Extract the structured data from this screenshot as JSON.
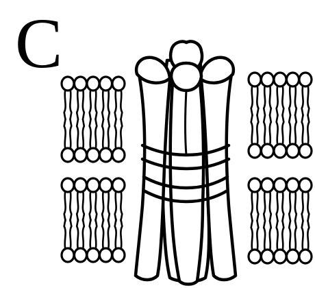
{
  "figure": {
    "panel_label": "C"
  },
  "colors": {
    "ink": "#000000",
    "background": "#ffffff"
  },
  "elements": [
    "lipid-bilayer-left",
    "lipid-bilayer-right",
    "membrane-channel-protein"
  ]
}
